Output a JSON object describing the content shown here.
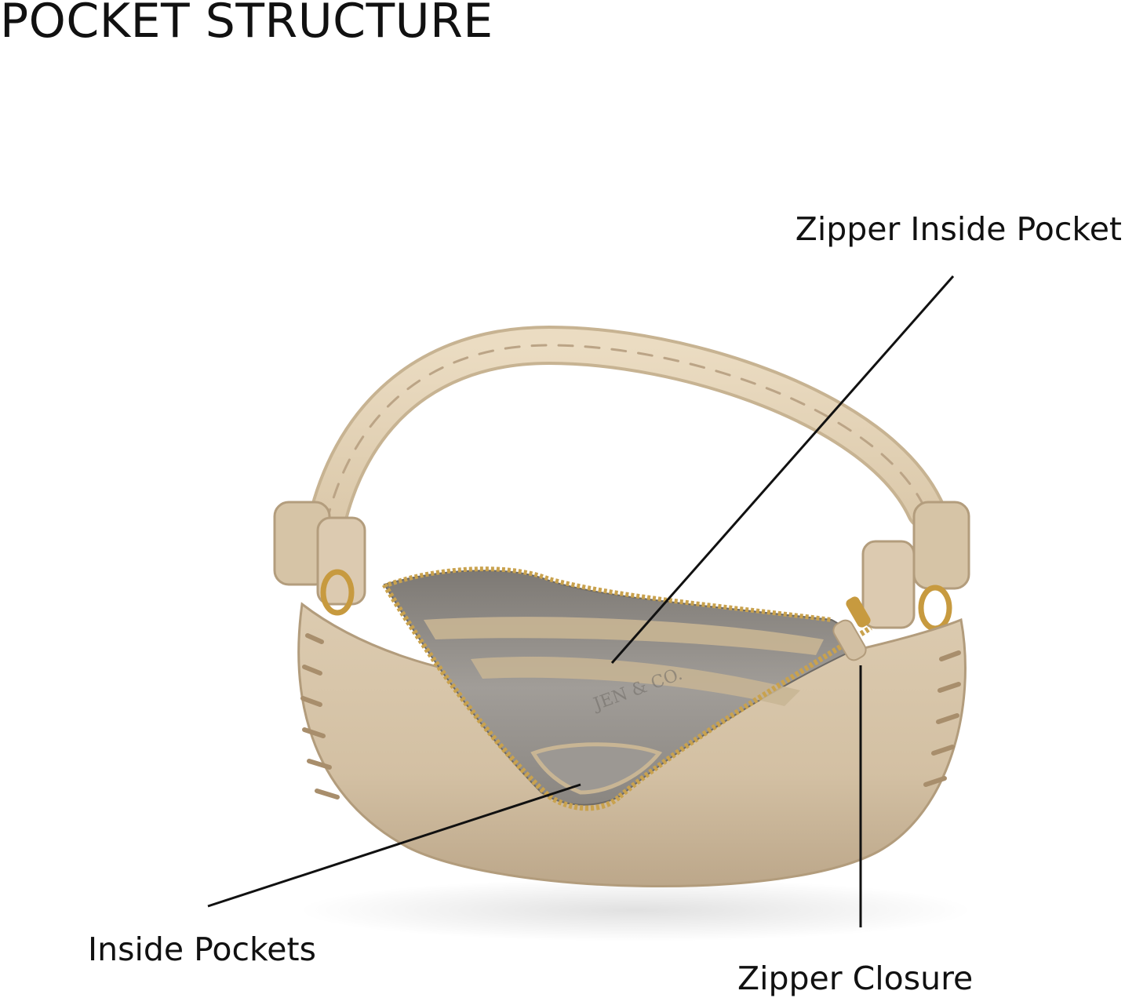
{
  "header": {
    "title": "POCKET STRUCTURE"
  },
  "callouts": [
    {
      "id": "zipper-inside-pocket",
      "label": "Zipper Inside Pocket"
    },
    {
      "id": "inside-pockets",
      "label": "Inside Pockets"
    },
    {
      "id": "zipper-closure",
      "label": "Zipper Closure"
    }
  ],
  "product": {
    "type": "crescent hobo handbag with woven top handle",
    "lining_text": "JEN & CO.",
    "colors": {
      "leather": "#d5c3a6",
      "leather_shadow": "#b9a488",
      "handle": "#e2d2b4",
      "lining": "#8f8b86",
      "zipper": "#c9a24e",
      "hardware": "#c79a3f",
      "callout_line": "#111111"
    }
  }
}
